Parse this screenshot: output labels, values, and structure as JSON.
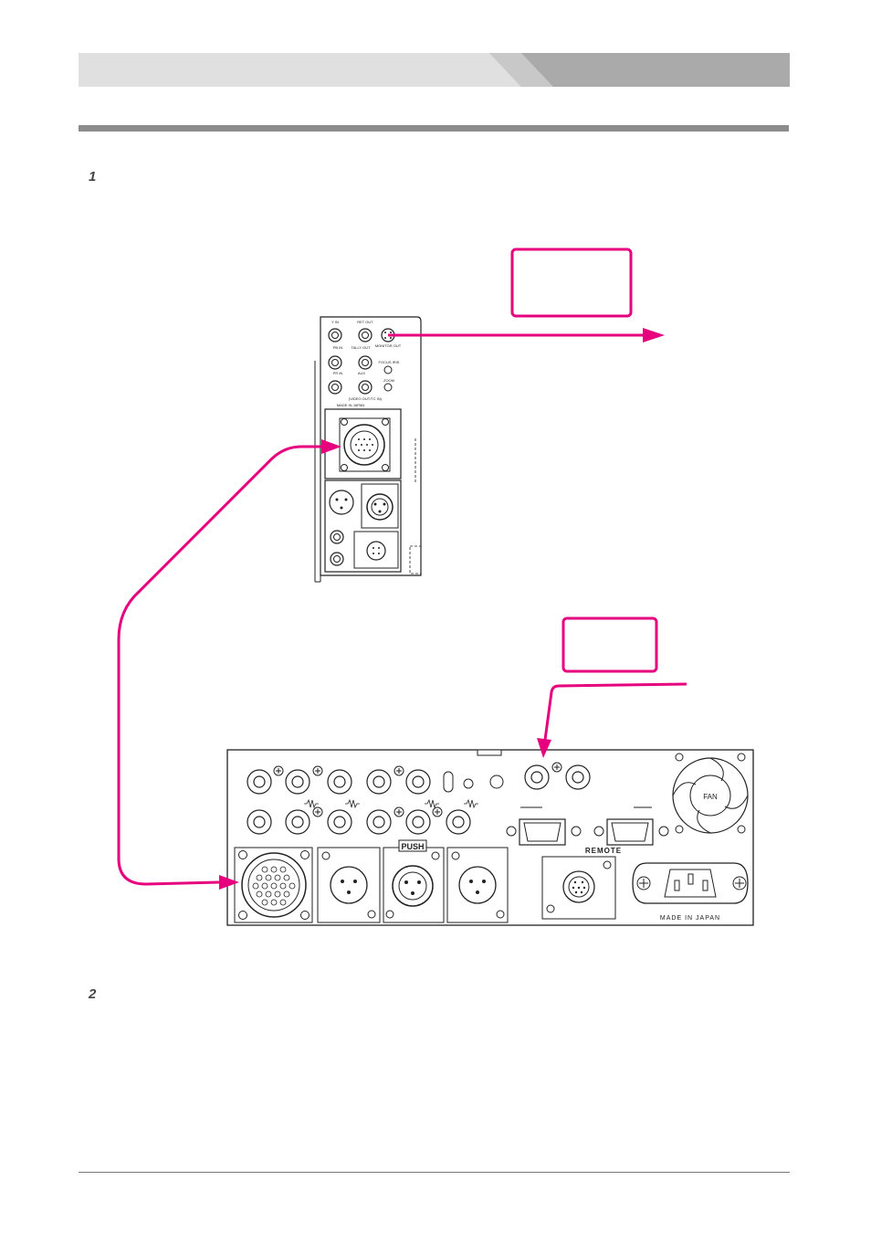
{
  "steps": [
    {
      "number": "1"
    },
    {
      "number": "2"
    }
  ],
  "camera_panel": {
    "labels": {
      "y_in": "Y IN",
      "ret_out": "RET OUT",
      "pb_in": "PB IN",
      "tally_out": "TALLY OUT",
      "monitor_out": "MONITOR OUT",
      "pr_in": "PR IN",
      "aux": "AUX",
      "focus_iris": "FOCUS IRIS",
      "zoom": "ZOOM",
      "video_out_tc_in": "(VIDEO OUT/TC IN)",
      "made_in_japan": "MADE IN JAPAN"
    }
  },
  "base_unit": {
    "labels": {
      "push": "PUSH",
      "fan": "FAN",
      "remote": "REMOTE",
      "made_in_japan": "MADE IN JAPAN"
    }
  },
  "colors": {
    "cable": "#e6007e",
    "header_light": "#e0e0e0",
    "header_dark": "#aaaaaa",
    "rule": "#8c8c8c"
  }
}
